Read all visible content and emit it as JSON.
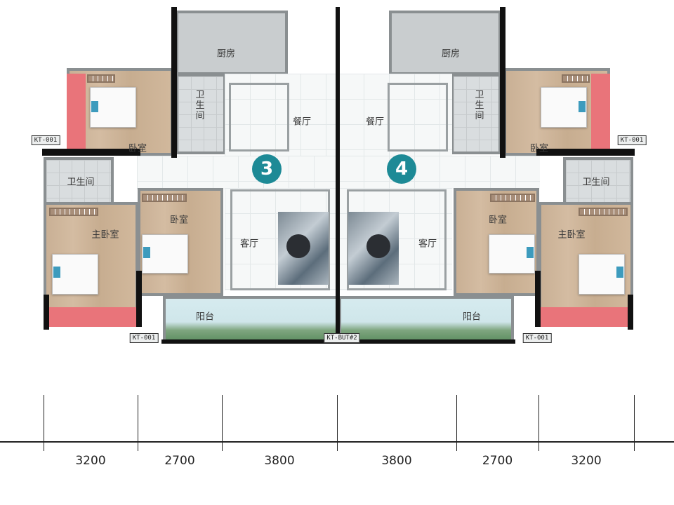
{
  "units": [
    {
      "number": "3",
      "rooms": {
        "kitchen": "厨房",
        "bath_top": "卫生间",
        "dining": "餐厅",
        "bedroom_top": "卧室",
        "bath_left": "卫生间",
        "master": "主卧室",
        "bedroom": "卧室",
        "living": "客厅",
        "balcony": "阳台"
      }
    },
    {
      "number": "4",
      "rooms": {
        "kitchen": "厨房",
        "bath_top": "卫生间",
        "dining": "餐厅",
        "bedroom_top": "卧室",
        "bath_left": "卫生间",
        "master": "主卧室",
        "bedroom": "卧室",
        "living": "客厅",
        "balcony": "阳台"
      }
    }
  ],
  "tags": {
    "left_upper": "KT-001",
    "left_lower": "KT-001",
    "center": "KT-BUT#2",
    "right_upper": "KT-001",
    "right_lower": "KT-001"
  },
  "dimensions": [
    "3200",
    "2700",
    "3800",
    "3800",
    "2700",
    "3200"
  ],
  "colors": {
    "badge": "#1d8a96",
    "accent_wall": "#e9747a"
  }
}
